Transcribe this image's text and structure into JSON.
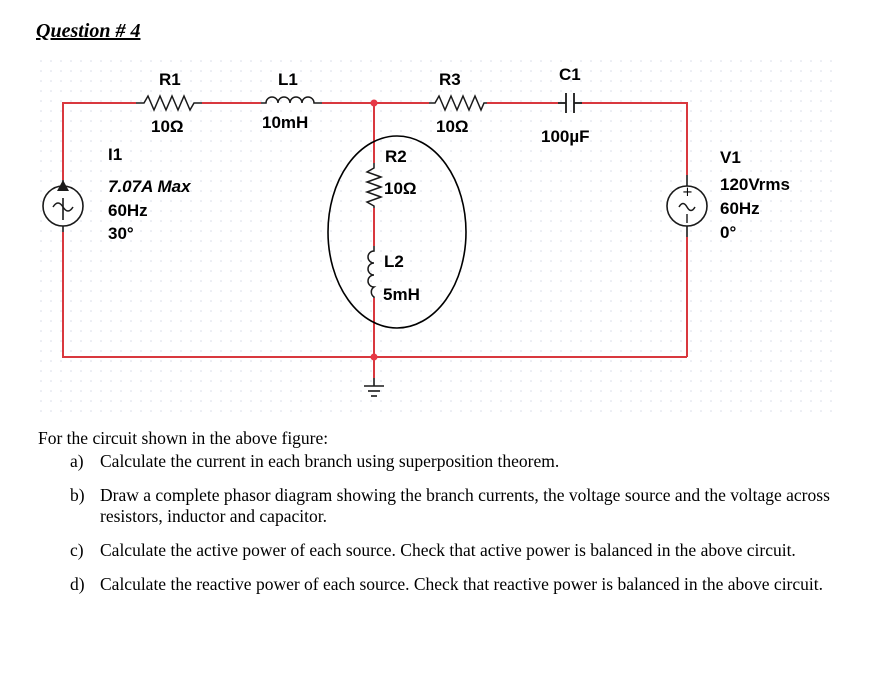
{
  "question_title": "Question # 4",
  "circuit": {
    "R1": {
      "name": "R1",
      "value": "10Ω"
    },
    "L1": {
      "name": "L1",
      "value": "10mH"
    },
    "R3": {
      "name": "R3",
      "value": "10Ω"
    },
    "C1": {
      "name": "C1",
      "value": "100µF"
    },
    "R2": {
      "name": "R2",
      "value": "10Ω"
    },
    "L2": {
      "name": "L2",
      "value": "5mH"
    },
    "I1": {
      "name": "I1",
      "amplitude": "7.07A Max",
      "frequency": "60Hz",
      "phase": "30°"
    },
    "V1": {
      "name": "V1",
      "amplitude": "120Vrms",
      "frequency": "60Hz",
      "phase": "0°"
    },
    "wire_color": "#d9383e",
    "junction_color": "#e63946"
  },
  "problem": {
    "intro": "For the circuit shown in the above figure:",
    "items": [
      {
        "letter": "a)",
        "text": "Calculate the current in each branch using superposition theorem."
      },
      {
        "letter": "b)",
        "text": "Draw a complete phasor diagram showing the branch currents, the voltage source and the voltage across resistors, inductor and capacitor."
      },
      {
        "letter": "c)",
        "text": "Calculate the active power of each source. Check that active power is balanced in the above circuit."
      },
      {
        "letter": "d)",
        "text": "Calculate the reactive power of each source. Check that reactive power is balanced in the above circuit."
      }
    ]
  }
}
